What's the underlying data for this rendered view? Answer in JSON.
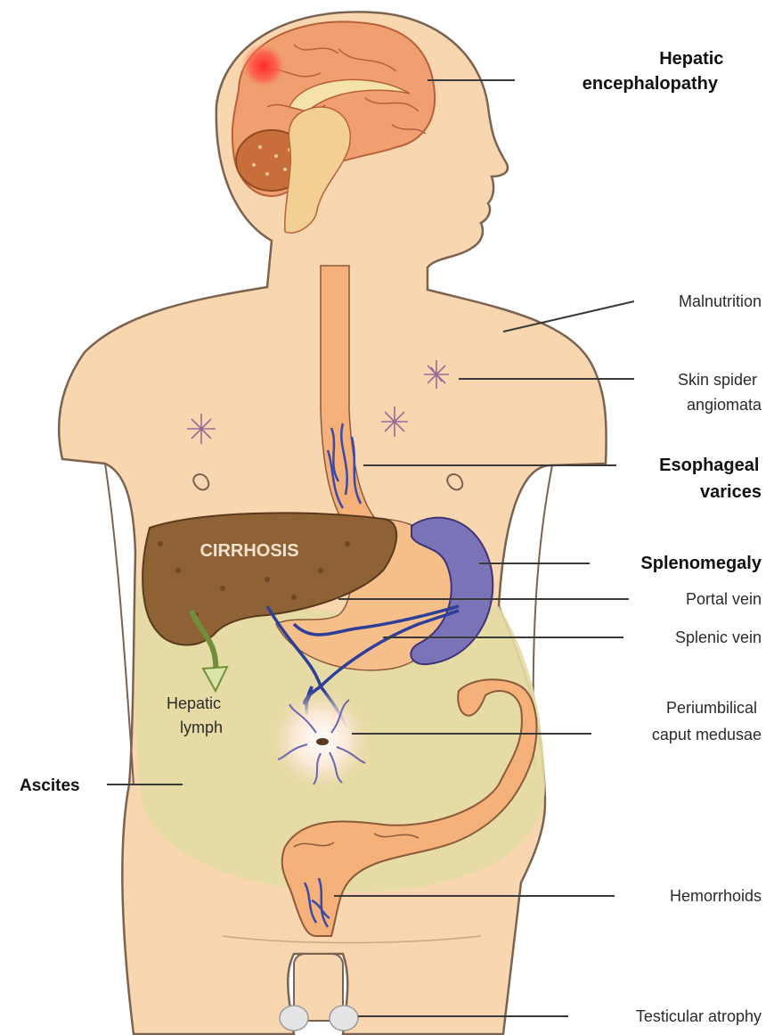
{
  "organ_label": "CIRRHOSIS",
  "labels": {
    "hepatic_encephalopathy": [
      "Hepatic",
      "encephalopathy"
    ],
    "malnutrition": [
      "Malnutrition"
    ],
    "skin_spider_angiomata": [
      "Skin spider",
      "angiomata"
    ],
    "esophageal_varices": [
      "Esophageal",
      "varices"
    ],
    "splenomegaly": [
      "Splenomegaly"
    ],
    "portal_vein": [
      "Portal vein"
    ],
    "splenic_vein": [
      "Splenic vein"
    ],
    "hepatic_lymph": [
      "Hepatic",
      "lymph"
    ],
    "periumbilical_caput_medusae": [
      "Periumbilical",
      "caput medusae"
    ],
    "ascites": [
      "Ascites"
    ],
    "hemorrhoids": [
      "Hemorrhoids"
    ],
    "testicular_atrophy": [
      "Testicular atrophy"
    ]
  },
  "colors": {
    "skin": "#f8d7b0",
    "skin_outline": "#7a6350",
    "brain": "#f0a070",
    "liver": "#8f6236",
    "spleen": "#7b73b8",
    "vein": "#2e3f9a",
    "ascites": "#e3dba3",
    "gut": "#f6b07a"
  }
}
